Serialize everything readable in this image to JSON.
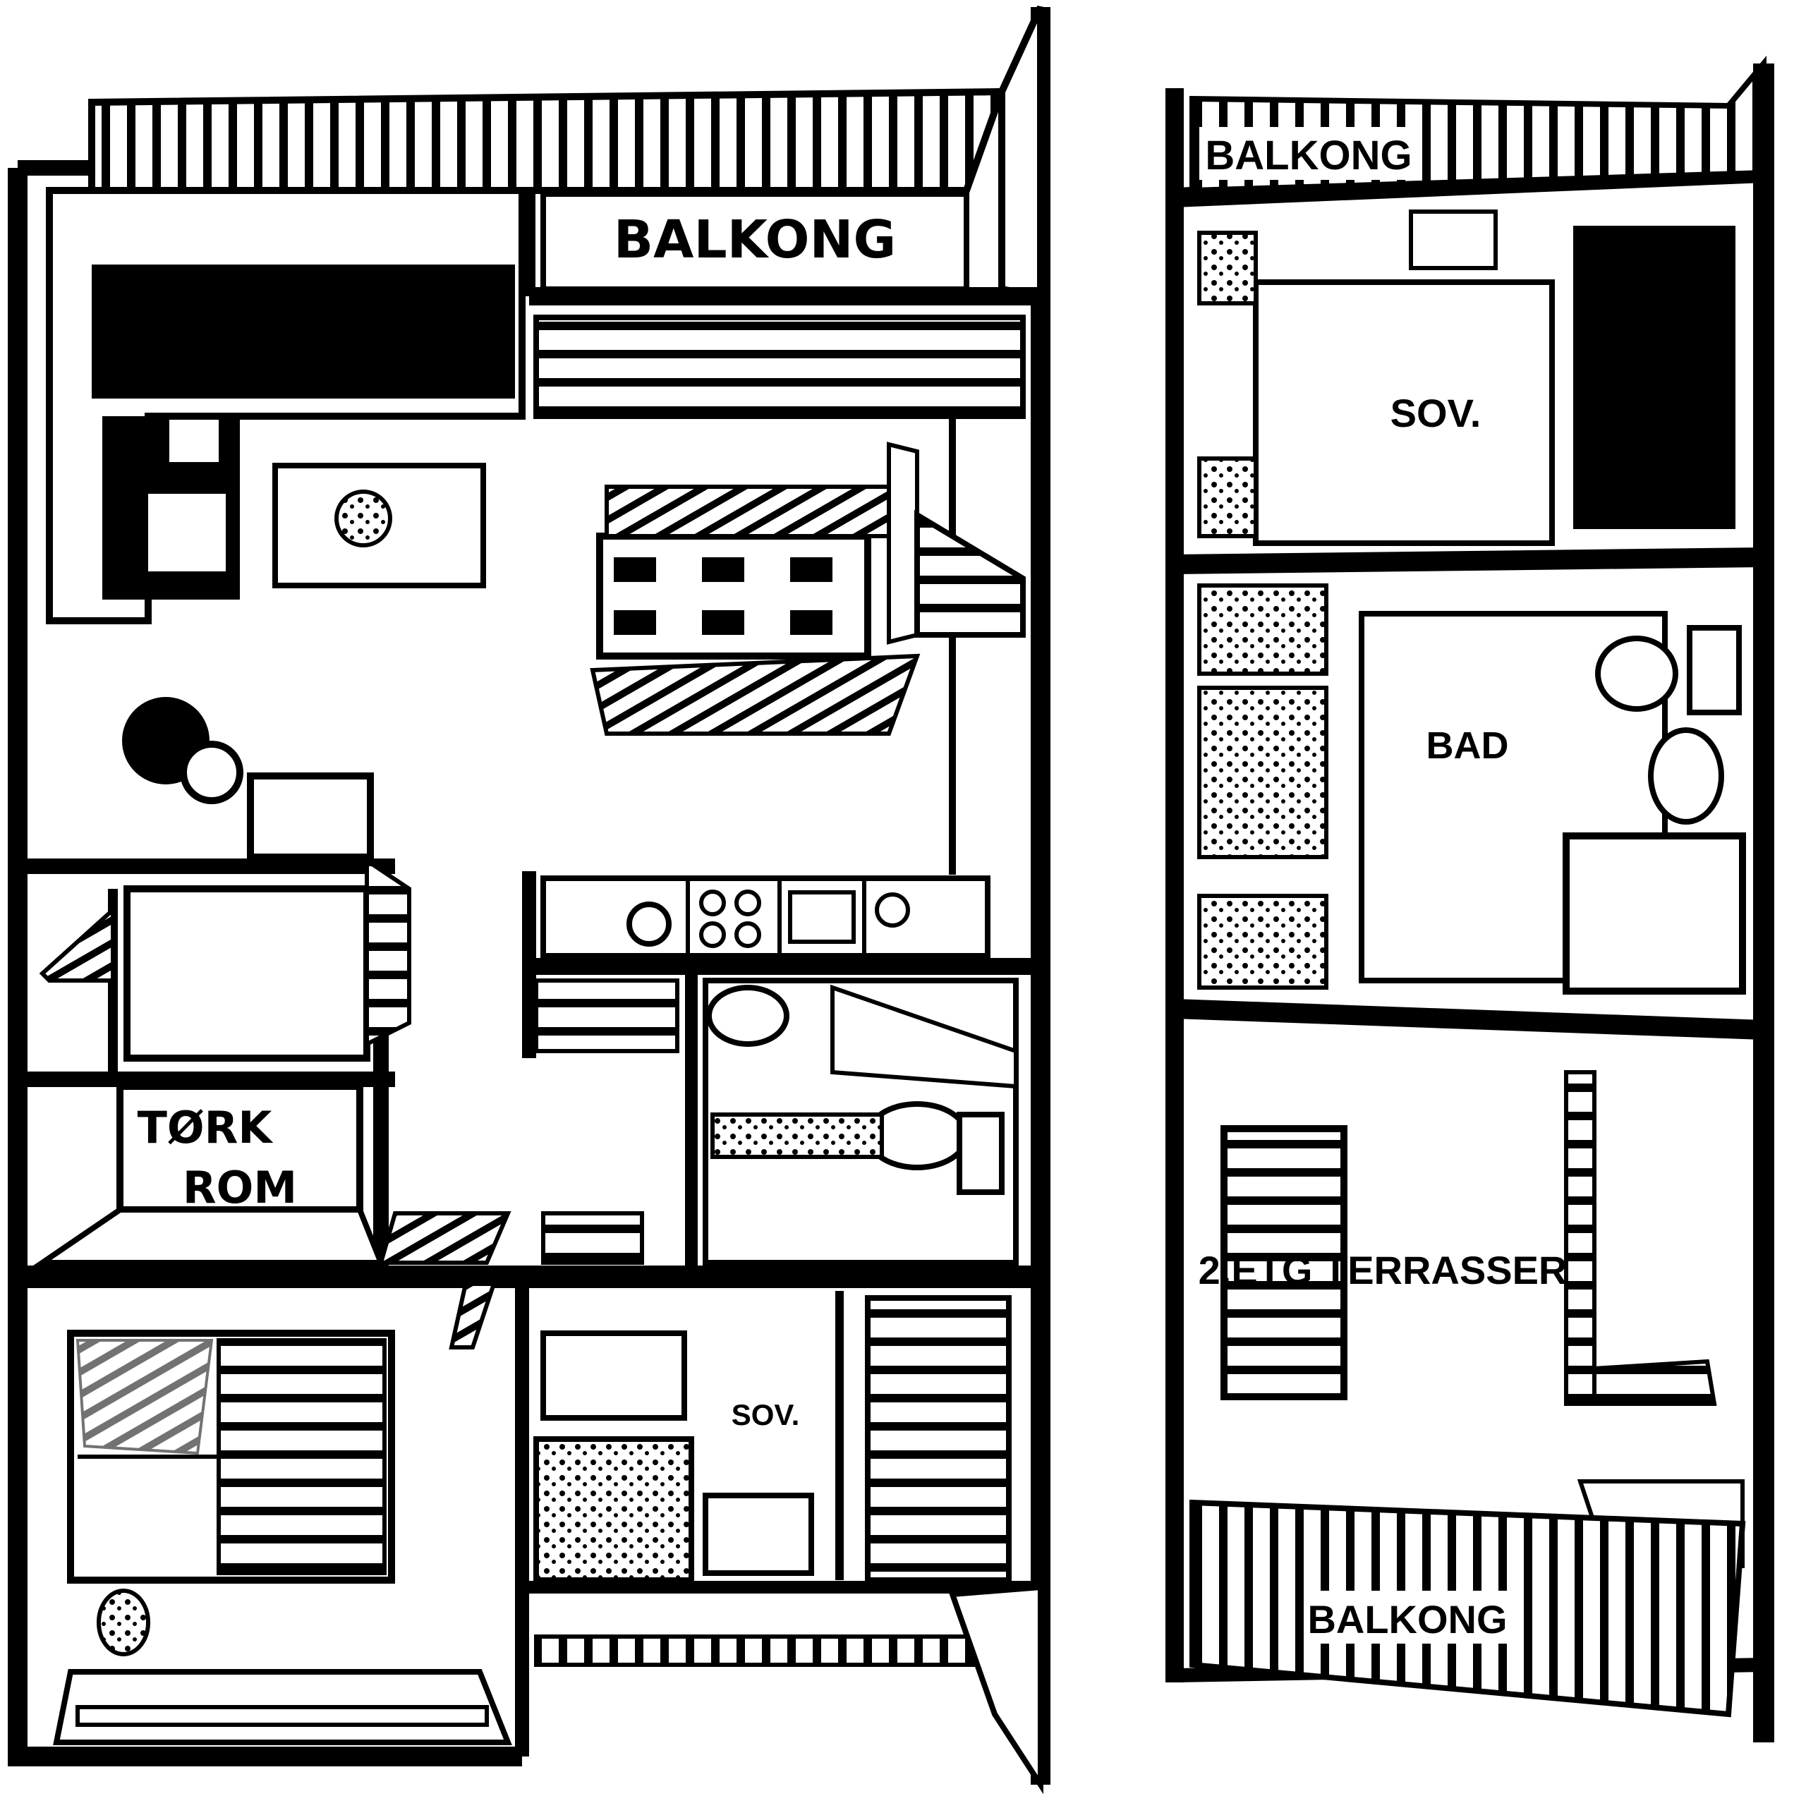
{
  "plan_left": {
    "balcony_top": "BALKONG",
    "drying_room_line1": "TØRK",
    "drying_room_line2": "ROM",
    "bedroom": "SOV."
  },
  "plan_right": {
    "balcony_top": "BALKONG",
    "bedroom": "SOV.",
    "bathroom": "BAD",
    "terrace_room": "2.ETG TERRASSER",
    "balcony_bottom": "BALKONG"
  },
  "colors": {
    "ink": "#000000",
    "paper": "#ffffff"
  }
}
